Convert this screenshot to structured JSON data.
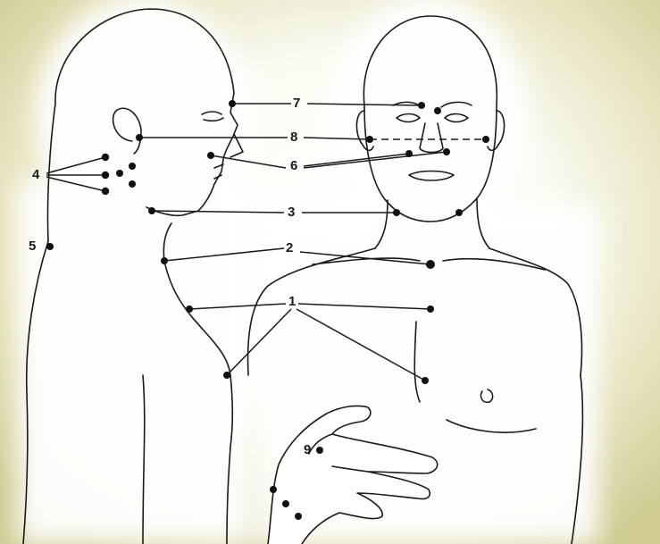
{
  "diagram": {
    "labels": {
      "l1": "1",
      "l2": "2",
      "l3": "3",
      "l4": "4",
      "l5": "5",
      "l6": "6",
      "l7": "7",
      "l8": "8",
      "l9": "9"
    },
    "colors": {
      "background_edge": "#d2cf9a",
      "background_center": "#fbfbf3",
      "ink": "#1a1a1a"
    }
  }
}
